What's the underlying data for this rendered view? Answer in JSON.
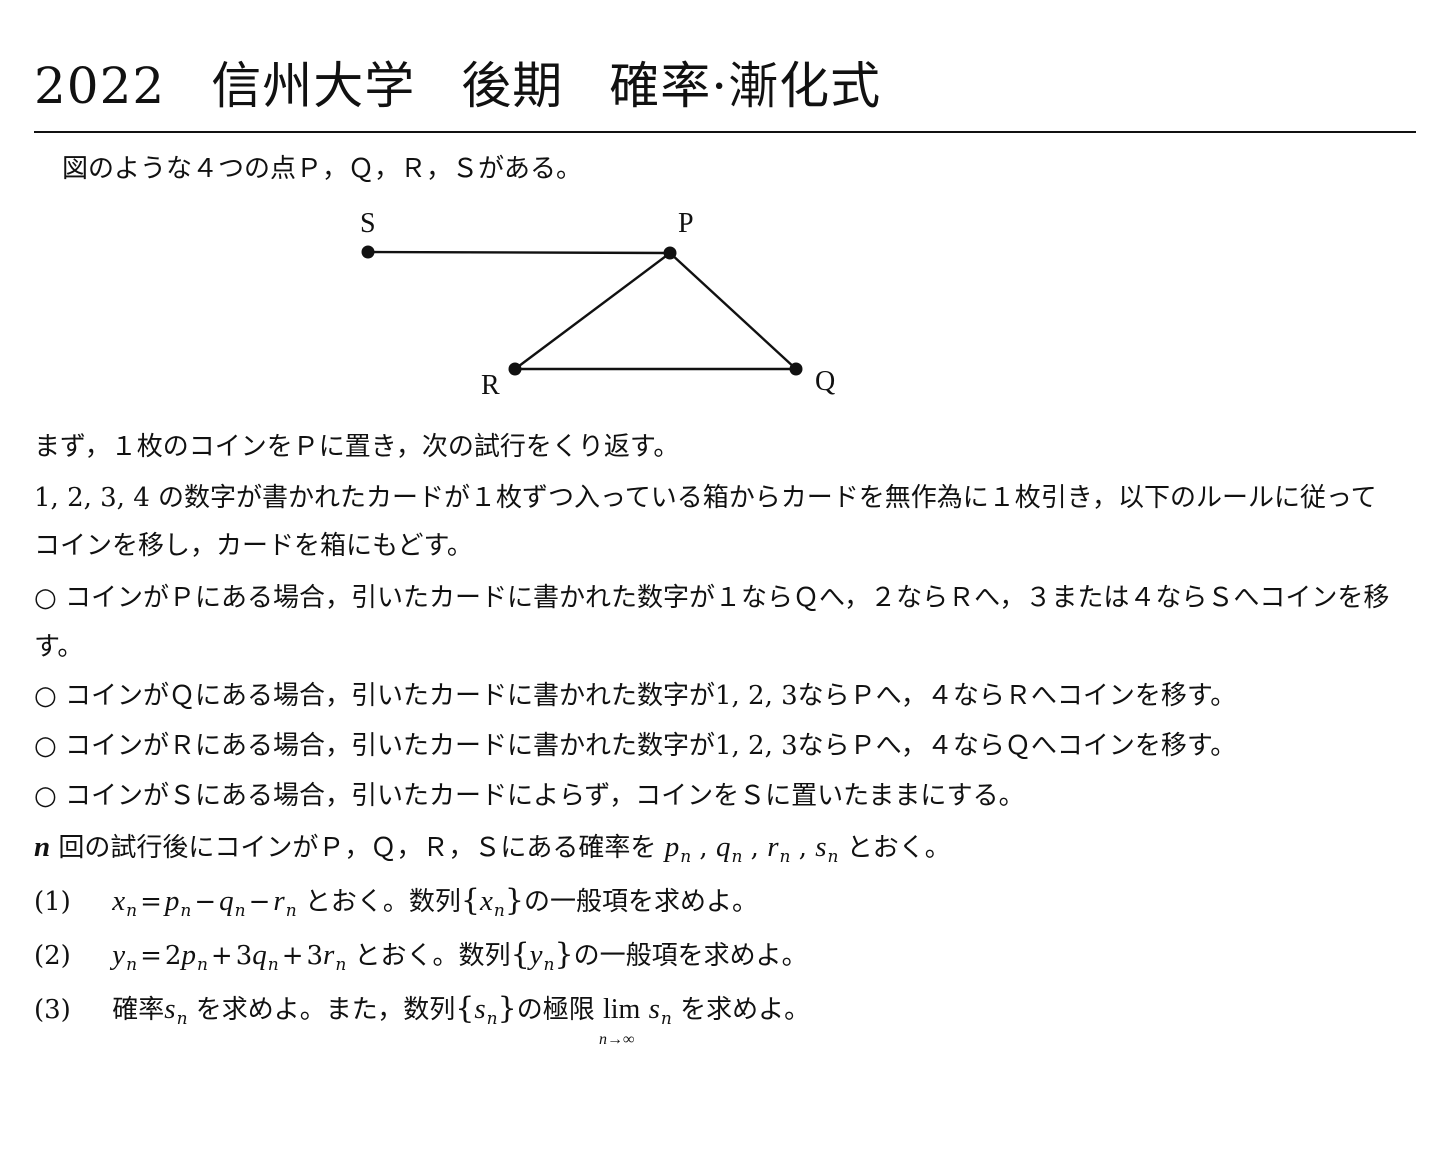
{
  "title": {
    "year": "2022",
    "university": "信州大学",
    "term": "後期",
    "topic": "確率·漸化式"
  },
  "intro": "図のような４つの点Ｐ，Ｑ，Ｒ，Ｓがある。",
  "diagram": {
    "points": {
      "S": "S",
      "P": "P",
      "Q": "Q",
      "R": "R"
    }
  },
  "text": {
    "l1": "まず，１枚のコインをＰに置き，次の試行をくり返す。",
    "l2": "1, 2, 3, 4 の数字が書かれたカードが１枚ずつ入っている箱からカードを無作為に１枚引き，以下のルールに従って",
    "l3": "コインを移し，カードを箱にもどす。",
    "r1a": "○ コインがＰにある場合，引いたカードに書かれた数字が１ならＱへ，２ならＲへ，３または４ならＳへコインを移",
    "r1b": "す。",
    "r2": "○ コインがＱにある場合，引いたカードに書かれた数字が1, 2, 3ならＰへ，４ならＲへコインを移す。",
    "r3": "○ コインがＲにある場合，引いたカードに書かれた数字が1, 2, 3ならＰへ，４ならＱへコインを移す。",
    "r4": "○ コインがＳにある場合，引いたカードによらず，コインをＳに置いたままにする。",
    "def_a": "回の試行後にコインがＰ，Ｑ，Ｒ，Ｓにある確率を",
    "def_b": "とおく。"
  },
  "q1": {
    "num": "(1)",
    "text": "とおく。数列",
    "tail": "の一般項を求めよ。"
  },
  "q2": {
    "num": "(2)",
    "text": "とおく。数列",
    "tail": "の一般項を求めよ。"
  },
  "q3": {
    "num": "(3)",
    "lead": "確率",
    "text": "を求めよ。また，数列",
    "mid": "の極限",
    "tail": "を求めよ。",
    "lim": "lim",
    "lim_sub": "n→∞"
  }
}
